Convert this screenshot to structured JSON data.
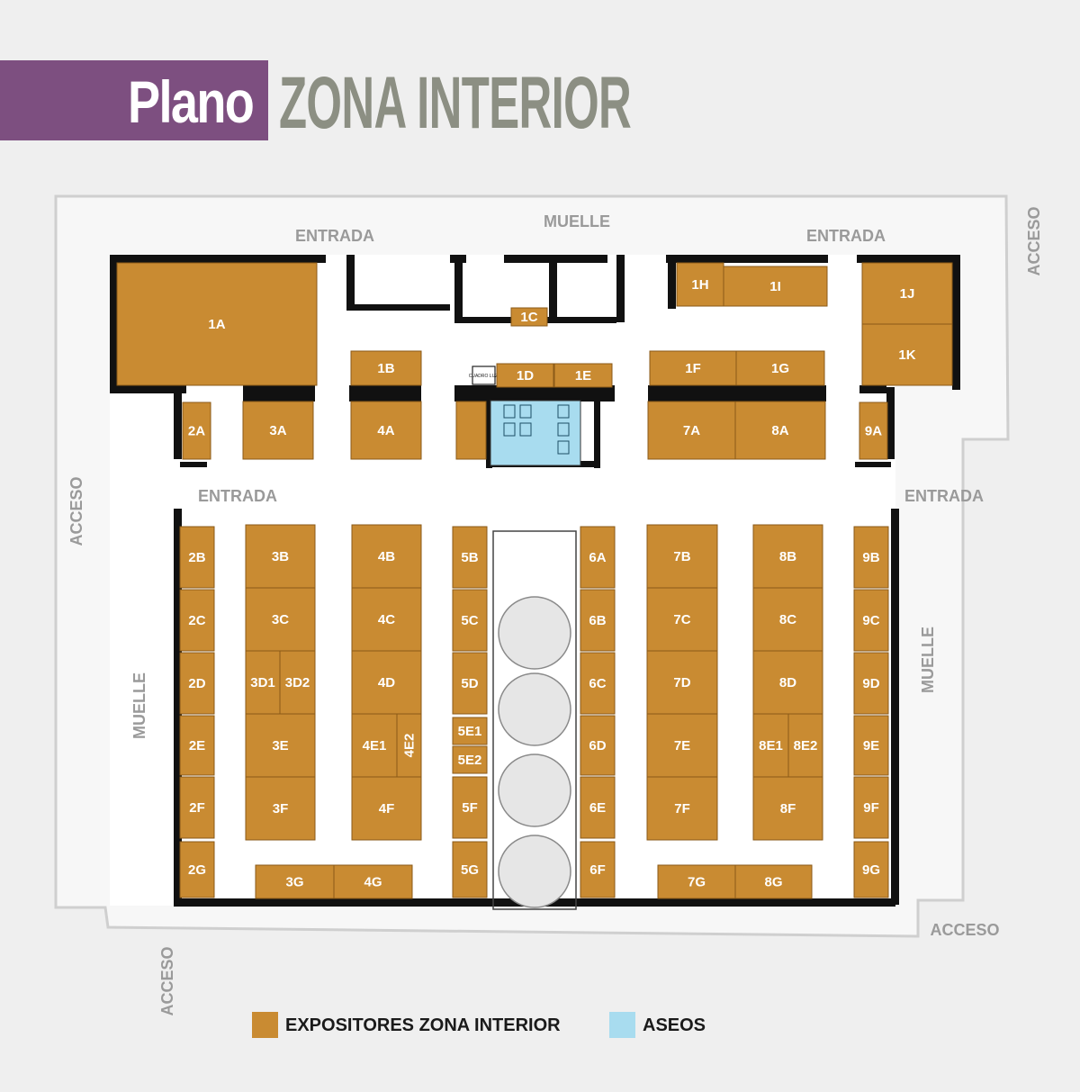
{
  "title": {
    "prefix": "Plano",
    "main": "ZONA INTERIOR"
  },
  "colors": {
    "header_band": "#7d4f80",
    "title_main": "#8c8f83",
    "stand": "#c98b32",
    "toilets": "#a8dcef",
    "wall": "#111111",
    "floor": "#ffffff",
    "site": "#f7f7f7",
    "pillar": "#e6e6e6",
    "outside": "#efefef",
    "label": "#9a9a9a"
  },
  "labels": {
    "muelle_top": "MUELLE",
    "entrada_top_left": "ENTRADA",
    "entrada_top_right": "ENTRADA",
    "entrada_mid_left": "ENTRADA",
    "entrada_mid_right": "ENTRADA",
    "acceso_top_right": "ACCESO",
    "acceso_left": "ACCESO",
    "acceso_bottom_left": "ACCESO",
    "acceso_bottom_right": "ACCESO",
    "muelle_left": "MUELLE",
    "muelle_right": "MUELLE",
    "cuadro_luz": "CUADRO LUZ"
  },
  "stands": [
    "1A",
    "1B",
    "1C",
    "1D",
    "1E",
    "1F",
    "1G",
    "1H",
    "1I",
    "1J",
    "1K",
    "2A",
    "2B",
    "2C",
    "2D",
    "2E",
    "2F",
    "2G",
    "3A",
    "3B",
    "3C",
    "3D1",
    "3D2",
    "3E",
    "3F",
    "3G",
    "4A",
    "4B",
    "4C",
    "4D",
    "4E1",
    "4E2",
    "4F",
    "4G",
    "5B",
    "5C",
    "5D",
    "5E1",
    "5E2",
    "5F",
    "5G",
    "6A",
    "6B",
    "6C",
    "6D",
    "6E",
    "6F",
    "7A",
    "7B",
    "7C",
    "7D",
    "7E",
    "7F",
    "7G",
    "8A",
    "8B",
    "8C",
    "8D",
    "8E1",
    "8E2",
    "8F",
    "8G",
    "9A",
    "9B",
    "9C",
    "9D",
    "9E",
    "9F",
    "9G"
  ],
  "legend": [
    {
      "label": "EXPOSITORES ZONA INTERIOR",
      "color": "#c98b32"
    },
    {
      "label": "ASEOS",
      "color": "#a8dcef"
    }
  ]
}
